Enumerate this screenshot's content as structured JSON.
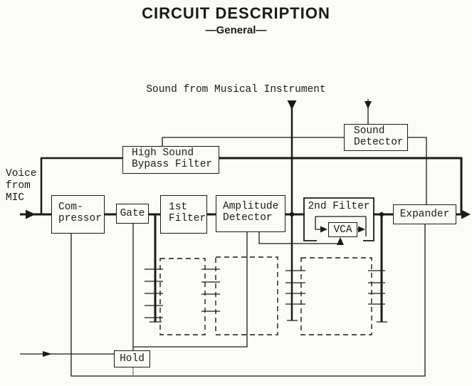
{
  "title": "CIRCUIT DESCRIPTION",
  "subtitle": "—General—",
  "inputs": {
    "instrument": "Sound from Musical Instrument",
    "mic": {
      "line1": "Voice",
      "line2": "from",
      "line3": "MIC"
    }
  },
  "blocks": {
    "high_sound_bypass_filter": {
      "line1": "High Sound",
      "line2": "Bypass Filter"
    },
    "sound_detector": {
      "line1": "Sound",
      "line2": "Detector"
    },
    "compressor": {
      "line1": "Com-",
      "line2": "pressor"
    },
    "gate": {
      "line1": "Gate"
    },
    "first_filter": {
      "line1": "1st",
      "line2": "Filter"
    },
    "amplitude_detector": {
      "line1": "Amplitude",
      "line2": "Detector"
    },
    "second_filter": {
      "line1": "2nd Filter"
    },
    "vca": {
      "line1": "VCA"
    },
    "expander": {
      "line1": "Expander"
    },
    "hold": {
      "line1": "Hold"
    }
  },
  "colors": {
    "ink": "#1a1a1a",
    "paper": "#fbfbf8"
  }
}
